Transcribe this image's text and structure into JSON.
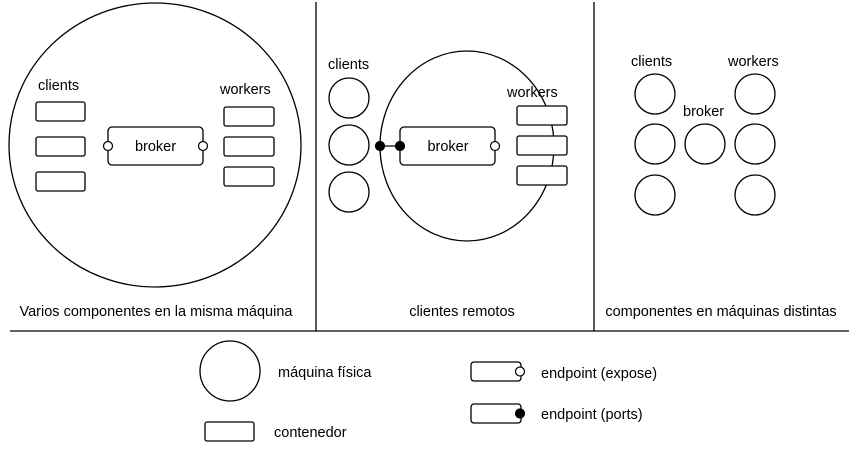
{
  "panel1": {
    "caption": "Varios componentes en la misma máquina",
    "clients_label": "clients",
    "workers_label": "workers",
    "broker_label": "broker"
  },
  "panel2": {
    "caption": "clientes remotos",
    "clients_label": "clients",
    "workers_label": "workers",
    "broker_label": "broker"
  },
  "panel3": {
    "caption": "componentes en máquinas distintas",
    "clients_label": "clients",
    "workers_label": "workers",
    "broker_label": "broker"
  },
  "legend": {
    "machine": "máquina física",
    "container": "contenedor",
    "endpoint_expose": "endpoint (expose)",
    "endpoint_ports": "endpoint (ports)"
  }
}
